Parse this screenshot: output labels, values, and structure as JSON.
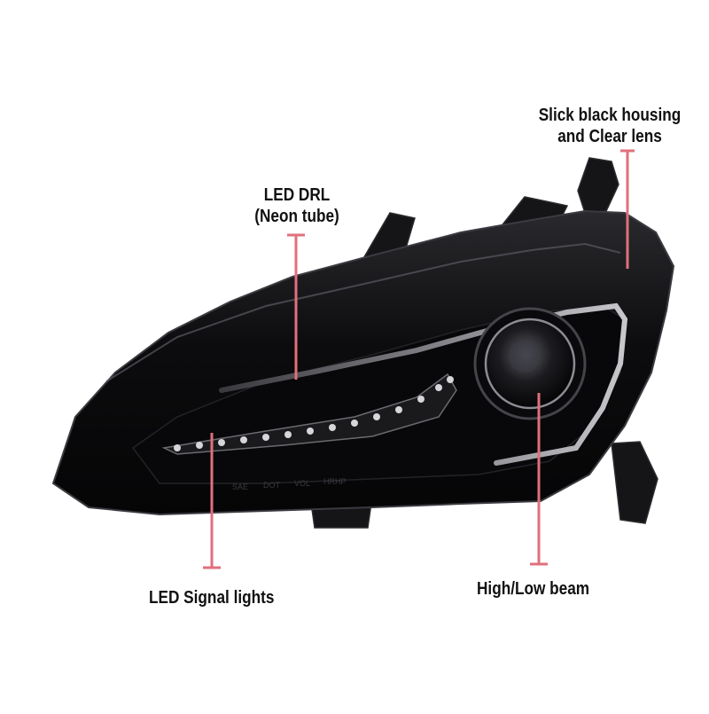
{
  "callouts": {
    "housing": {
      "line1": "Slick black housing",
      "line2": "and Clear lens"
    },
    "drl": {
      "line1": "LED DRL",
      "line2": "(Neon tube)"
    },
    "signal": {
      "text": "LED Signal lights"
    },
    "beam": {
      "text": "High/Low beam"
    }
  },
  "lens_markings": [
    "SAE",
    "DOT",
    "VOL",
    "HRHP"
  ],
  "colors": {
    "callout_line": "#e0707c",
    "housing": "#0b0b0d",
    "text": "#111111"
  }
}
